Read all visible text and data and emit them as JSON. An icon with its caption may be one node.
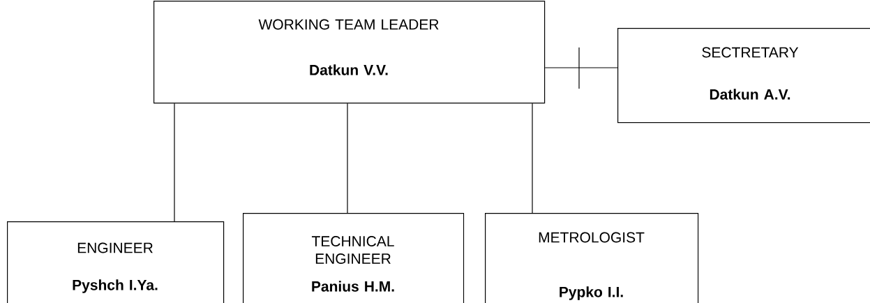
{
  "diagram": {
    "nodes": [
      {
        "text": [
          "WORKING TEAM LEADER",
          "Datkun V.V."
        ]
      },
      {
        "text": [
          "SECTRETARY",
          "Datkun A.V."
        ]
      },
      {
        "text": [
          "ENGINEER",
          "Pyshch I.Ya."
        ]
      },
      {
        "text": [
          "TECHNICAL ENGINEER",
          "Panius H.M."
        ]
      },
      {
        "text": [
          "METROLOGIST",
          "Pypko I.I."
        ]
      }
    ],
    "edges": [
      {
        "from": 0,
        "to": 1,
        "arrow": "none"
      },
      {
        "from": 0,
        "to": 2,
        "arrow": "none"
      },
      {
        "from": 0,
        "to": 3,
        "arrow": "none"
      },
      {
        "from": 0,
        "to": 4,
        "arrow": "none"
      }
    ]
  }
}
